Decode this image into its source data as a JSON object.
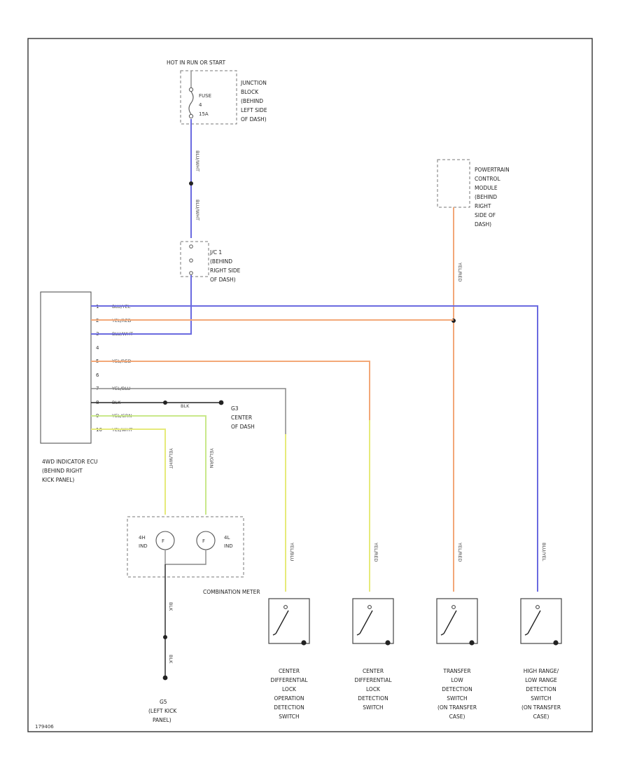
{
  "components": {
    "fuse_feed": "HOT IN RUN OR START",
    "junction_block": [
      "JUNCTION",
      "BLOCK",
      "(BEHIND",
      "LEFT SIDE",
      "OF DASH)"
    ],
    "fuse": [
      "FUSE",
      "4",
      "15A"
    ],
    "jc1": [
      "J/C 1",
      "(BEHIND",
      "RIGHT SIDE",
      "OF DASH)"
    ],
    "pcm": [
      "POWERTRAIN",
      "CONTROL",
      "MODULE",
      "(BEHIND",
      "RIGHT",
      "SIDE OF",
      "DASH)"
    ],
    "ecu": [
      "4WD INDICATOR ECU",
      "(BEHIND RIGHT",
      "KICK PANEL)"
    ],
    "ground_center": [
      "G3",
      "CENTER",
      "OF DASH"
    ],
    "ground_left": [
      "G5",
      "(LEFT KICK",
      "PANEL)"
    ],
    "meter": "COMBINATION METER",
    "meter_left_lamp": [
      "4H",
      "IND"
    ],
    "meter_right_lamp": [
      "4L",
      "IND"
    ],
    "switches": [
      [
        "CENTER",
        "DIFFERENTIAL",
        "LOCK",
        "OPERATION",
        "DETECTION",
        "SWITCH"
      ],
      [
        "CENTER",
        "DIFFERENTIAL",
        "LOCK",
        "DETECTION",
        "SWITCH"
      ],
      [
        "TRANSFER",
        "LOW",
        "DETECTION",
        "SWITCH",
        "(ON TRANSFER",
        "CASE)"
      ],
      [
        "HIGH RANGE/",
        "LOW RANGE",
        "DETECTION",
        "SWITCH",
        "(ON TRANSFER",
        "CASE)"
      ]
    ],
    "footer_code": "179406"
  },
  "wires": {
    "ecu_pins": [
      {
        "pin": "1",
        "color": "BLU/YEL"
      },
      {
        "pin": "2",
        "color": "YEL/RED"
      },
      {
        "pin": "3",
        "color": "BLU/WHT"
      },
      {
        "pin": "4",
        "color": ""
      },
      {
        "pin": "5",
        "color": "YEL/RED"
      },
      {
        "pin": "6",
        "color": ""
      },
      {
        "pin": "7",
        "color": "YEL/BLU"
      },
      {
        "pin": "8",
        "color": "BLK"
      },
      {
        "pin": "9",
        "color": "YEL/GRN"
      },
      {
        "pin": "10",
        "color": "YEL/WHT"
      }
    ],
    "fuse_wire": "BLU/WHT",
    "gnd_wire": "BLK",
    "meter_wire_left": "YEL/WHT",
    "meter_wire_right": "YEL/GRN",
    "switch_wires": [
      "YEL/BLU",
      "YEL/RED",
      "YEL/RED",
      "BLU/YEL"
    ],
    "pcm_wire": "YEL/RED",
    "meter_gnd_wire": "BLK"
  },
  "colors": {
    "blue": "#6a6ae0",
    "orange": "#f3a878",
    "yellow": "#e6ea7a",
    "green": "#c9e88a",
    "gray": "#888888"
  }
}
